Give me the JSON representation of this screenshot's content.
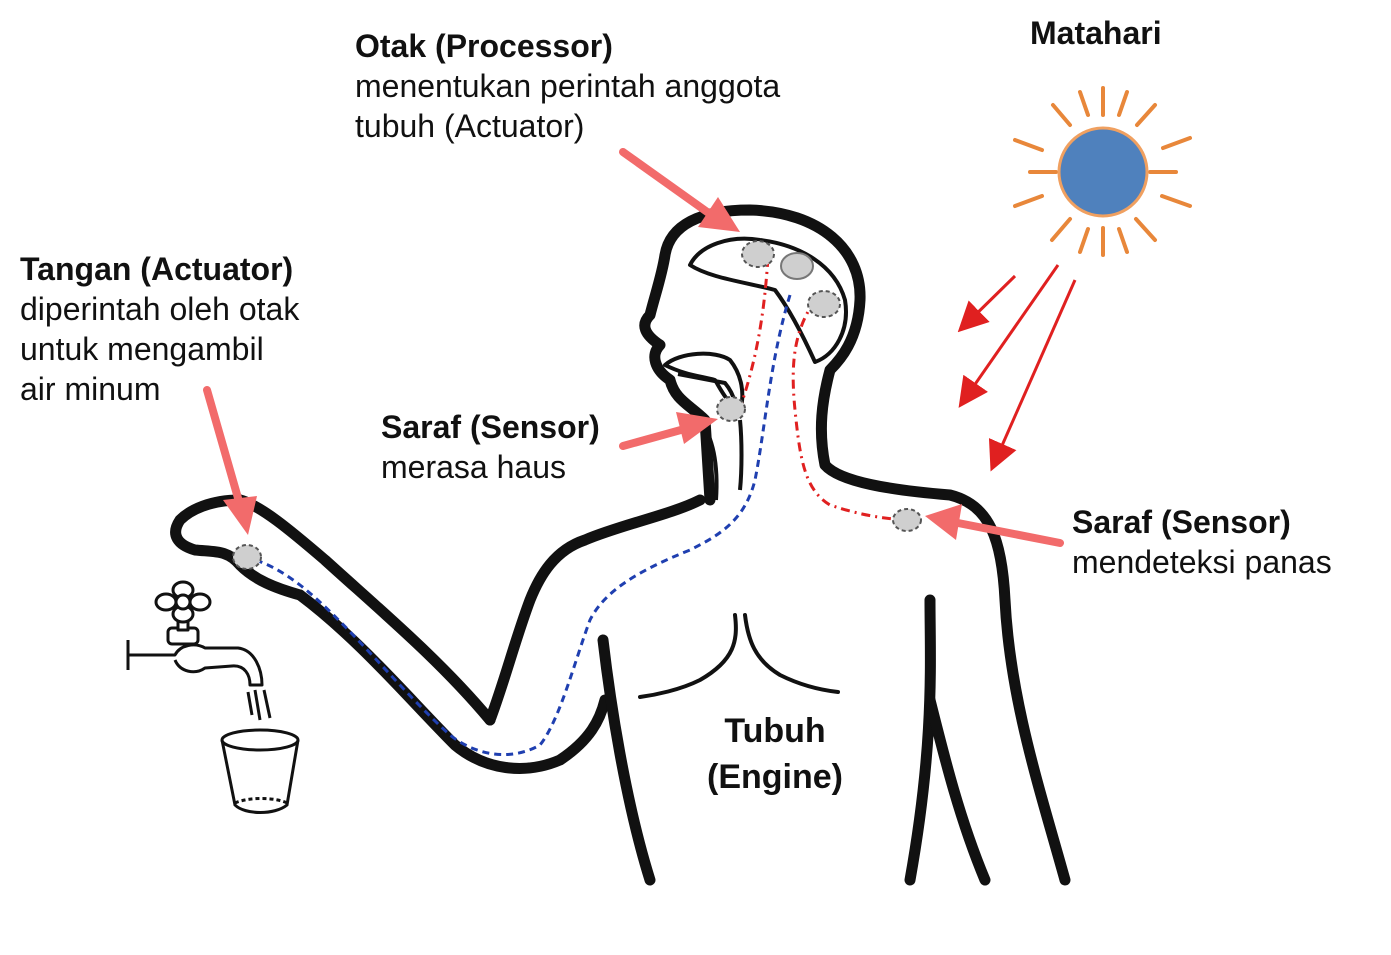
{
  "labels": {
    "otak": {
      "title": "Otak (Processor)",
      "desc1": "menentukan perintah anggota",
      "desc2": "tubuh (Actuator)"
    },
    "matahari": {
      "title": "Matahari"
    },
    "tangan": {
      "title": "Tangan (Actuator)",
      "desc1": "diperintah oleh otak",
      "desc2": "untuk mengambil",
      "desc3": "air minum"
    },
    "saraf_haus": {
      "title": "Saraf (Sensor)",
      "desc1": "merasa haus"
    },
    "saraf_panas": {
      "title": "Saraf (Sensor)",
      "desc1": "mendeteksi panas"
    },
    "tubuh": {
      "line1": "Tubuh",
      "line2": "(Engine)"
    }
  },
  "colors": {
    "outline": "#111111",
    "pointer_arrow": "#f26b6b",
    "sun_body": "#4f81bd",
    "sun_rim": "#f0a060",
    "sun_rays": "#e8873a",
    "heat_rays": "#e02020",
    "nerve_sensor_path": "#e02020",
    "nerve_actuator_path": "#1f3fb0",
    "node_fill": "#cfcfcf"
  }
}
